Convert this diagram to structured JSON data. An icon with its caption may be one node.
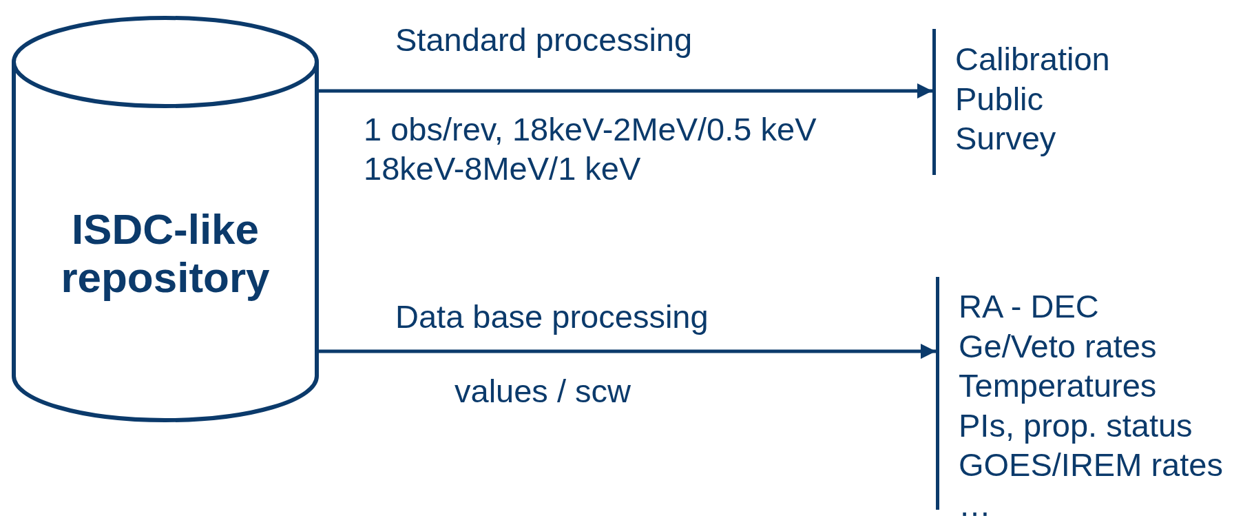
{
  "diagram": {
    "nodes": [
      {
        "text": [
          "ISDC-like repository"
        ]
      },
      {
        "text": [
          "Calibration",
          "Public",
          "Survey"
        ]
      },
      {
        "text": [
          "RA - DEC",
          "Ge/Veto rates",
          "Temperatures",
          "PIs, prop. status",
          "GOES/IREM rates",
          "…"
        ]
      }
    ],
    "edges": [
      {
        "from": 0,
        "to": 1,
        "arrow": "to"
      },
      {
        "from": 0,
        "to": 2,
        "arrow": "to"
      }
    ],
    "labels": [
      "Standard processing",
      "1 obs/rev, 18keV-2MeV/0.5 keV",
      "18keV-8MeV/1 keV",
      "Data base processing",
      "values / scw"
    ]
  }
}
